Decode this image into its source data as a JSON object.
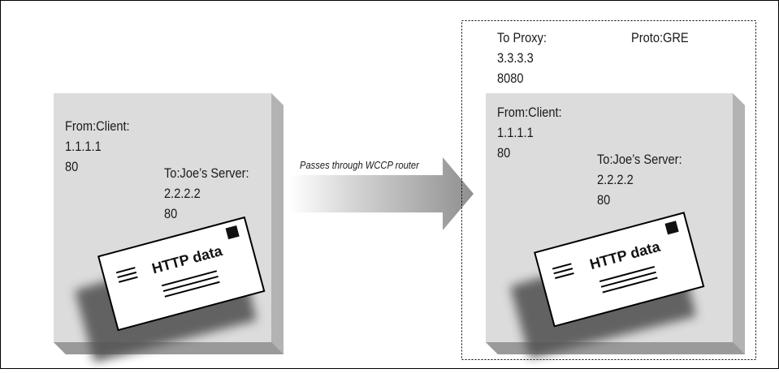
{
  "packet": {
    "from_heading": "From:Client:",
    "from_ip": "1.1.1.1",
    "from_port": "80",
    "to_heading": "To:Joe’s Server:",
    "to_ip": "2.2.2.2",
    "to_port": "80",
    "envelope_label": "HTTP data"
  },
  "arrow": {
    "label": "Passes through WCCP router"
  },
  "gre_header": {
    "to_heading": "To Proxy:",
    "to_ip": "3.3.3.3",
    "to_port": "8080",
    "proto": "Proto:GRE"
  },
  "encapsulated_packet": {
    "from_heading": "From:Client:",
    "from_ip": "1.1.1.1",
    "from_port": "80",
    "to_heading": "To:Joe’s Server:",
    "to_ip": "2.2.2.2",
    "to_port": "80",
    "envelope_label": "HTTP data"
  }
}
